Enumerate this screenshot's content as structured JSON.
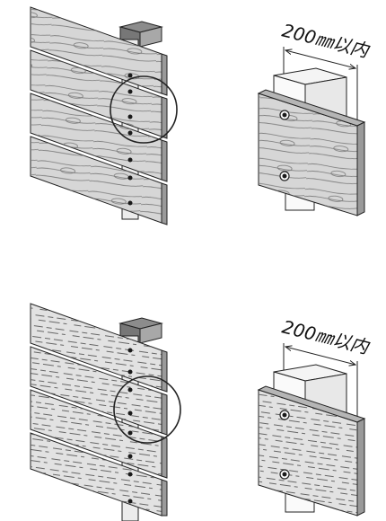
{
  "diagrams": [
    {
      "finish": "wood-grain",
      "fence_view": {
        "post_label": "",
        "boards": 4
      },
      "detail_view": {
        "dimension_label": "200㎜以内"
      }
    },
    {
      "finish": "brushed-grain",
      "fence_view": {
        "post_label": "",
        "boards": 4
      },
      "detail_view": {
        "dimension_label": "200㎜以内"
      }
    }
  ],
  "colors": {
    "line": "#222222",
    "board_face": "#d6d6d6",
    "board_edge": "#9a9a9a",
    "post_top": "#8c8c8c",
    "post_face": "#ececec",
    "screw": "#1a1a1a"
  },
  "icons": [
    "wood-grain-board",
    "brushed-grain-board",
    "screw-icon",
    "callout-circle",
    "dimension-arrow"
  ]
}
